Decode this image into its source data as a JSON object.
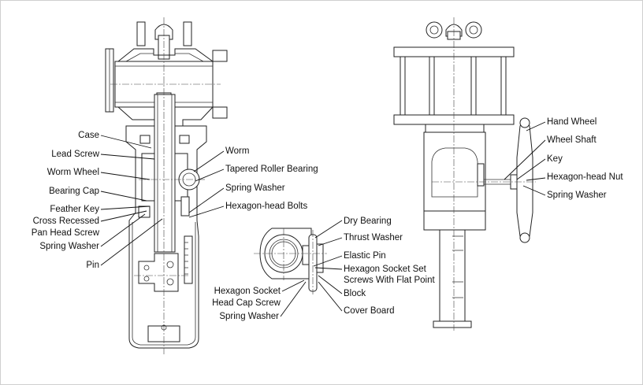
{
  "figure": {
    "title": "Worm gear actuator cross-section drawing",
    "views": [
      "front-section",
      "worm-detail",
      "side-view"
    ]
  },
  "labels": {
    "front_left": [
      {
        "id": "case",
        "text": "Case"
      },
      {
        "id": "lead-screw",
        "text": "Lead Screw"
      },
      {
        "id": "worm-wheel",
        "text": "Worm Wheel"
      },
      {
        "id": "bearing-cap",
        "text": "Bearing Cap"
      },
      {
        "id": "feather-key",
        "text": "Feather Key"
      },
      {
        "id": "cross-recessed-1",
        "text": "Cross Recessed"
      },
      {
        "id": "cross-recessed-2",
        "text": "Pan Head Screw"
      },
      {
        "id": "spring-washer-left",
        "text": "Spring Washer"
      },
      {
        "id": "pin",
        "text": "Pin"
      }
    ],
    "front_right": [
      {
        "id": "worm",
        "text": "Worm"
      },
      {
        "id": "tapered-roller-bearing",
        "text": "Tapered Roller Bearing"
      },
      {
        "id": "spring-washer-mid",
        "text": "Spring Washer"
      },
      {
        "id": "hexagon-head-bolts",
        "text": "Hexagon-head Bolts"
      }
    ],
    "detail": [
      {
        "id": "dry-bearing",
        "text": "Dry Bearing"
      },
      {
        "id": "thrust-washer",
        "text": "Thrust Washer"
      },
      {
        "id": "elastic-pin",
        "text": "Elastic Pin"
      },
      {
        "id": "hex-socket-set-1",
        "text": "Hexagon Socket Set"
      },
      {
        "id": "hex-socket-set-2",
        "text": "Screws With Flat Point"
      },
      {
        "id": "block",
        "text": "Block"
      },
      {
        "id": "cover-board",
        "text": "Cover Board"
      },
      {
        "id": "hex-socket-cap-1",
        "text": "Hexagon Socket"
      },
      {
        "id": "hex-socket-cap-2",
        "text": "Head Cap Screw"
      },
      {
        "id": "spring-washer-detail",
        "text": "Spring Washer"
      }
    ],
    "side": [
      {
        "id": "hand-wheel",
        "text": "Hand Wheel"
      },
      {
        "id": "wheel-shaft",
        "text": "Wheel Shaft"
      },
      {
        "id": "key",
        "text": "Key"
      },
      {
        "id": "hexagon-head-nut",
        "text": "Hexagon-head Nut"
      },
      {
        "id": "spring-washer-side",
        "text": "Spring Washer"
      }
    ]
  }
}
